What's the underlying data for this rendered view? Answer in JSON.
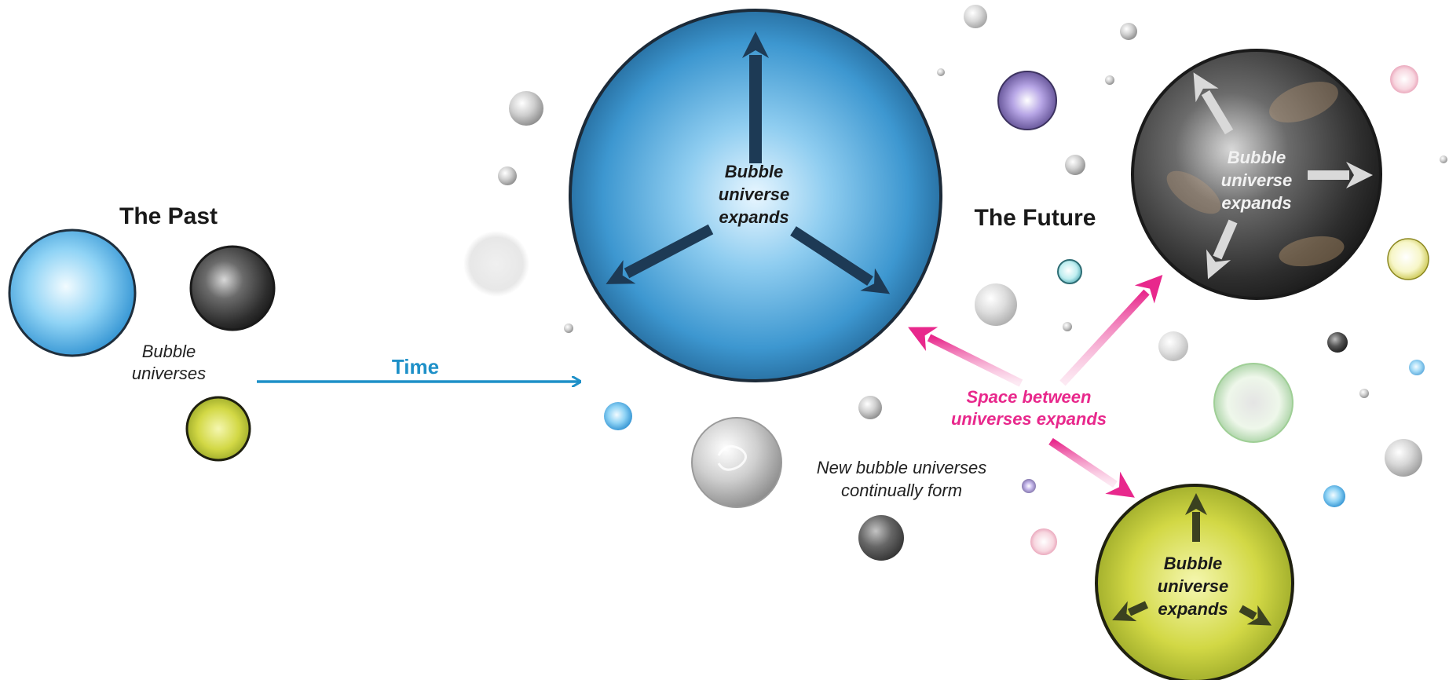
{
  "headings": {
    "past": "The Past",
    "future": "The Future"
  },
  "labels": {
    "bubble_universes_line1": "Bubble",
    "bubble_universes_line2": "universes",
    "time": "Time",
    "expands_line1": "Bubble",
    "expands_line2": "universe",
    "expands_line3": "expands",
    "space_line1": "Space between",
    "space_line2": "universes expands",
    "new_line1": "New bubble universes",
    "new_line2": "continually form"
  },
  "colors": {
    "time_arrow": "#1e90c8",
    "space_arrows": "#e8288c",
    "blue_bubble": "#3a9bd8",
    "dark_bubble": "#4a4a4a",
    "yellow_bubble": "#d9e04a"
  }
}
